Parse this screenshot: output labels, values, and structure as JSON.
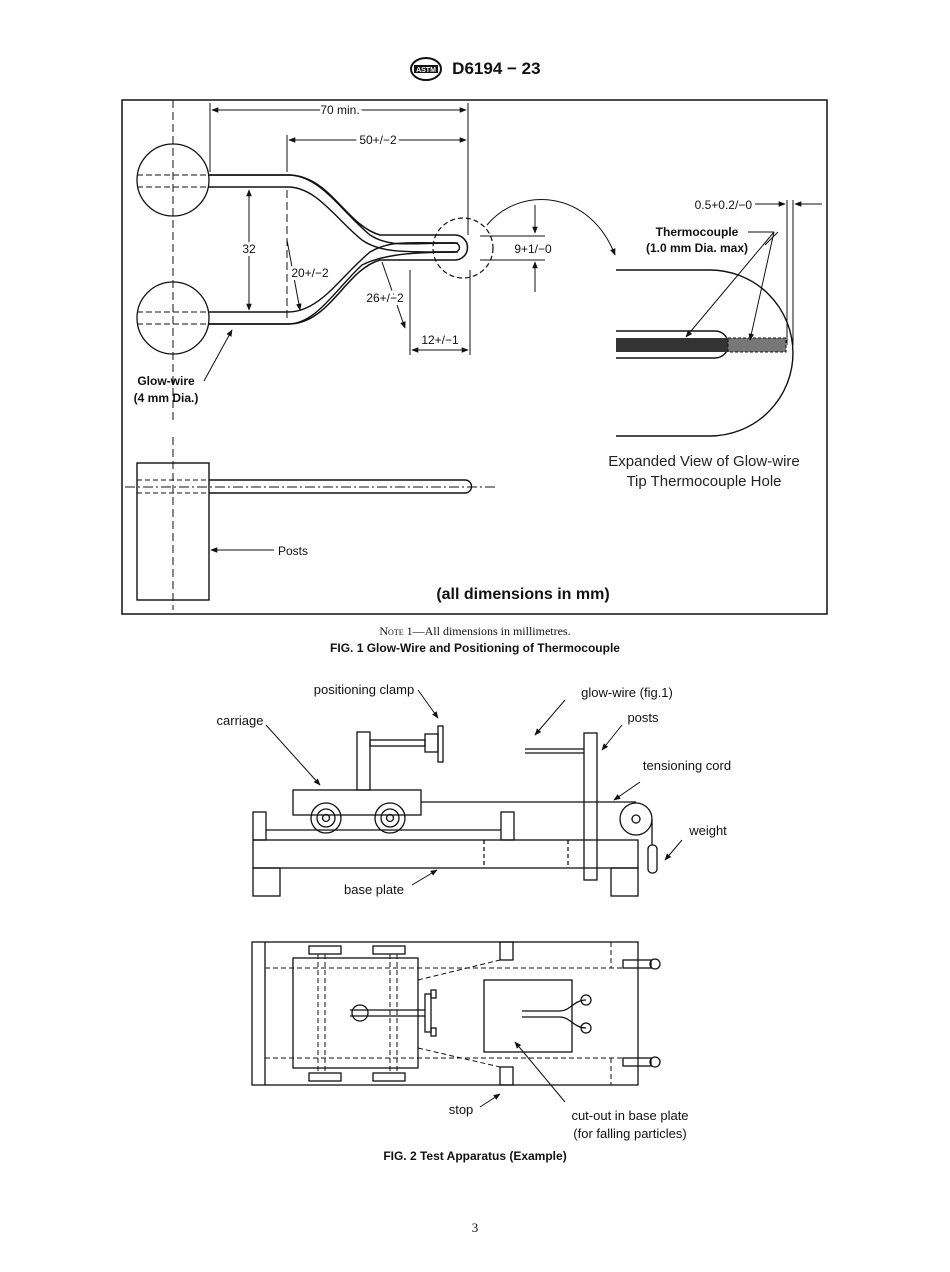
{
  "header": {
    "designation": "D6194 − 23",
    "logo_icon": "astm-logo-icon"
  },
  "fig1": {
    "dims": {
      "d70": "70 min.",
      "d50": "50+/−2",
      "d32": "32",
      "d20": "20+/−2",
      "d26": "26+/−2",
      "d12": "12+/−1",
      "d9": "9+1/−0",
      "d05": "0.5+0.2/−0"
    },
    "thermocouple_line1": "Thermocouple",
    "thermocouple_line2": "(1.0 mm Dia. max)",
    "glowwire_line1": "Glow-wire",
    "glowwire_line2": "(4 mm Dia.)",
    "posts": "Posts",
    "expanded_line1": "Expanded View of Glow-wire",
    "expanded_line2": "Tip Thermocouple Hole",
    "all_dims": "(all dimensions in mm)"
  },
  "note": {
    "label": "Note",
    "text": " 1—All dimensions in millimetres."
  },
  "fig1_caption": "FIG. 1 Glow-Wire and Positioning of Thermocouple",
  "fig2": {
    "positioning_clamp": "positioning clamp",
    "carriage": "carriage",
    "glow_wire": "glow-wire (fig.1)",
    "posts": "posts",
    "tensioning_cord": "tensioning cord",
    "weight": "weight",
    "base_plate": "base plate",
    "stop": "stop",
    "cutout_line1": "cut-out in base plate",
    "cutout_line2": "(for falling particles)"
  },
  "fig2_caption": "FIG. 2 Test Apparatus (Example)",
  "page_number": "3"
}
